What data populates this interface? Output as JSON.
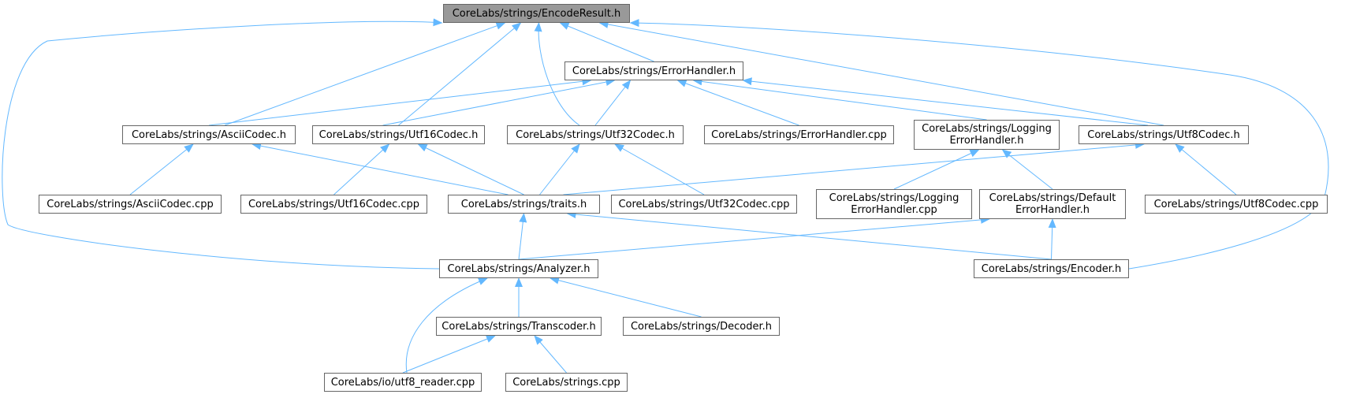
{
  "nodes": {
    "encode_result": {
      "lines": [
        "CoreLabs/strings/EncodeResult.h"
      ],
      "color": "#999999"
    },
    "error_handler": {
      "lines": [
        "CoreLabs/strings/ErrorHandler.h"
      ]
    },
    "ascii_codec": {
      "lines": [
        "CoreLabs/strings/AsciiCodec.h"
      ]
    },
    "utf16_codec": {
      "lines": [
        "CoreLabs/strings/Utf16Codec.h"
      ]
    },
    "utf32_codec": {
      "lines": [
        "CoreLabs/strings/Utf32Codec.h"
      ]
    },
    "error_handler_cpp": {
      "lines": [
        "CoreLabs/strings/ErrorHandler.cpp"
      ]
    },
    "logging_error_handler": {
      "lines": [
        "CoreLabs/strings/Logging",
        "ErrorHandler.h"
      ]
    },
    "utf8_codec": {
      "lines": [
        "CoreLabs/strings/Utf8Codec.h"
      ]
    },
    "ascii_codec_cpp": {
      "lines": [
        "CoreLabs/strings/AsciiCodec.cpp"
      ]
    },
    "utf16_codec_cpp": {
      "lines": [
        "CoreLabs/strings/Utf16Codec.cpp"
      ]
    },
    "traits": {
      "lines": [
        "CoreLabs/strings/traits.h"
      ]
    },
    "utf32_codec_cpp": {
      "lines": [
        "CoreLabs/strings/Utf32Codec.cpp"
      ]
    },
    "logging_error_handler_cpp": {
      "lines": [
        "CoreLabs/strings/Logging",
        "ErrorHandler.cpp"
      ]
    },
    "default_error_handler": {
      "lines": [
        "CoreLabs/strings/Default",
        "ErrorHandler.h"
      ]
    },
    "utf8_codec_cpp": {
      "lines": [
        "CoreLabs/strings/Utf8Codec.cpp"
      ]
    },
    "analyzer": {
      "lines": [
        "CoreLabs/strings/Analyzer.h"
      ]
    },
    "encoder": {
      "lines": [
        "CoreLabs/strings/Encoder.h"
      ]
    },
    "transcoder": {
      "lines": [
        "CoreLabs/strings/Transcoder.h"
      ]
    },
    "decoder": {
      "lines": [
        "CoreLabs/strings/Decoder.h"
      ]
    },
    "utf8_reader_cpp": {
      "lines": [
        "CoreLabs/io/utf8_reader.cpp"
      ]
    },
    "strings_cpp": {
      "lines": [
        "CoreLabs/strings.cpp"
      ]
    }
  },
  "edges": [
    {
      "from": "error_handler",
      "to": "encode_result"
    },
    {
      "from": "ascii_codec",
      "to": "encode_result"
    },
    {
      "from": "utf16_codec",
      "to": "encode_result"
    },
    {
      "from": "utf32_codec",
      "to": "encode_result"
    },
    {
      "from": "utf8_codec",
      "to": "encode_result"
    },
    {
      "from": "analyzer",
      "to": "encode_result"
    },
    {
      "from": "encoder",
      "to": "encode_result"
    },
    {
      "from": "ascii_codec",
      "to": "error_handler"
    },
    {
      "from": "utf16_codec",
      "to": "error_handler"
    },
    {
      "from": "utf32_codec",
      "to": "error_handler"
    },
    {
      "from": "error_handler_cpp",
      "to": "error_handler"
    },
    {
      "from": "logging_error_handler",
      "to": "error_handler"
    },
    {
      "from": "utf8_codec",
      "to": "error_handler"
    },
    {
      "from": "ascii_codec_cpp",
      "to": "ascii_codec"
    },
    {
      "from": "traits",
      "to": "ascii_codec"
    },
    {
      "from": "utf16_codec_cpp",
      "to": "utf16_codec"
    },
    {
      "from": "traits",
      "to": "utf16_codec"
    },
    {
      "from": "traits",
      "to": "utf32_codec"
    },
    {
      "from": "utf32_codec_cpp",
      "to": "utf32_codec"
    },
    {
      "from": "traits",
      "to": "utf8_codec"
    },
    {
      "from": "utf8_codec_cpp",
      "to": "utf8_codec"
    },
    {
      "from": "logging_error_handler_cpp",
      "to": "logging_error_handler"
    },
    {
      "from": "default_error_handler",
      "to": "logging_error_handler"
    },
    {
      "from": "analyzer",
      "to": "traits"
    },
    {
      "from": "encoder",
      "to": "traits"
    },
    {
      "from": "analyzer",
      "to": "default_error_handler"
    },
    {
      "from": "encoder",
      "to": "default_error_handler"
    },
    {
      "from": "transcoder",
      "to": "analyzer"
    },
    {
      "from": "decoder",
      "to": "analyzer"
    },
    {
      "from": "utf8_reader_cpp",
      "to": "analyzer"
    },
    {
      "from": "utf8_reader_cpp",
      "to": "transcoder"
    },
    {
      "from": "strings_cpp",
      "to": "transcoder"
    }
  ]
}
